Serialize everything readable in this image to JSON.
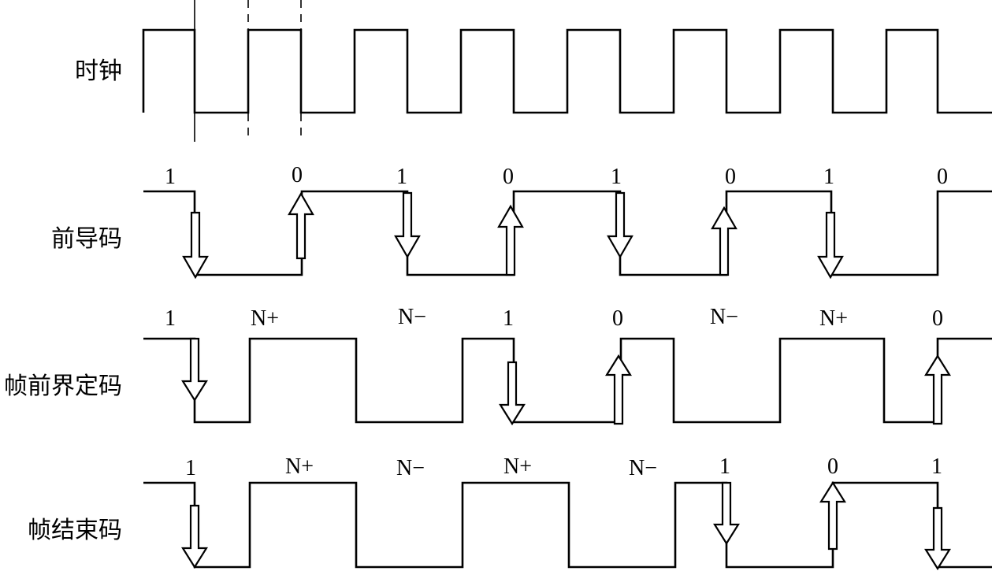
{
  "rows": [
    {
      "label": "时钟",
      "symbols": []
    },
    {
      "label": "前导码",
      "symbols": [
        "1",
        "0",
        "1",
        "0",
        "1",
        "0",
        "1",
        "0"
      ]
    },
    {
      "label": "帧前界定码",
      "symbols": [
        "1",
        "N+",
        "N−",
        "1",
        "0",
        "N−",
        "N+",
        "0"
      ]
    },
    {
      "label": "帧结束码",
      "symbols": [
        "1",
        "N+",
        "N−",
        "N+",
        "N−",
        "1",
        "0",
        "1"
      ]
    }
  ]
}
